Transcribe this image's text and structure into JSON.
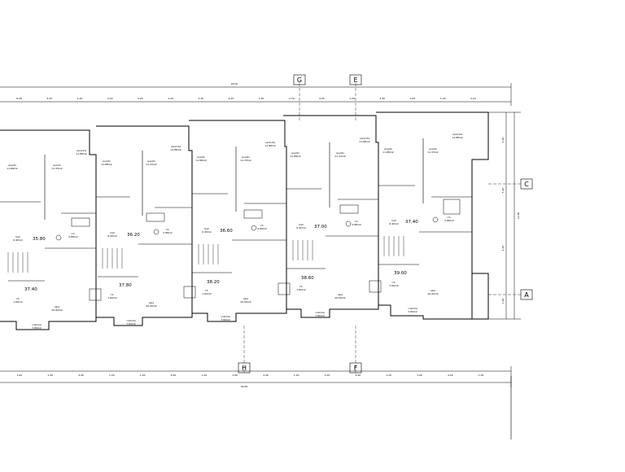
{
  "grid_labels": {
    "top": [
      "G",
      "E"
    ],
    "bottom": [
      "H",
      "F"
    ],
    "right": [
      "C",
      "A"
    ]
  },
  "levels": [
    "35.80",
    "36.20",
    "36.60",
    "37.00",
    "37.40",
    "37.40",
    "37.80",
    "38.20",
    "38.60",
    "39.00"
  ],
  "units": [
    {
      "rooms": [
        {
          "name": "varanda",
          "area": "11.88m2"
        },
        {
          "name": "quarto",
          "area": "11.88m2"
        },
        {
          "name": "quarto",
          "area": "11.33m2"
        },
        {
          "name": "hall",
          "area": "6.40m2"
        },
        {
          "name": "I.S.",
          "area": "2.88m2"
        },
        {
          "name": "sala",
          "area": "20.90m2"
        },
        {
          "name": "I.S.",
          "area": "1.60m2"
        },
        {
          "name": "cozinha",
          "area": "7.80m2"
        }
      ]
    },
    {
      "rooms": [
        {
          "name": "varanda",
          "area": "11.88m2"
        },
        {
          "name": "quarto",
          "area": "11.88m2"
        },
        {
          "name": "quarto",
          "area": "11.33m2"
        },
        {
          "name": "hall",
          "area": "6.40m2"
        },
        {
          "name": "I.S.",
          "area": "2.88m2"
        },
        {
          "name": "sala",
          "area": "20.90m2"
        },
        {
          "name": "I.S.",
          "area": "1.60m2"
        },
        {
          "name": "cozinha",
          "area": "7.80m2"
        }
      ]
    },
    {
      "rooms": [
        {
          "name": "varanda",
          "area": "11.88m2"
        },
        {
          "name": "quarto",
          "area": "11.88m2"
        },
        {
          "name": "quarto",
          "area": "11.33m2"
        },
        {
          "name": "hall",
          "area": "6.40m2"
        },
        {
          "name": "I.S.",
          "area": "2.88m2"
        },
        {
          "name": "sala",
          "area": "20.90m2"
        },
        {
          "name": "I.S.",
          "area": "1.60m2"
        },
        {
          "name": "cozinha",
          "area": "7.80m2"
        }
      ]
    },
    {
      "rooms": [
        {
          "name": "varanda",
          "area": "11.88m2"
        },
        {
          "name": "quarto",
          "area": "11.88m2"
        },
        {
          "name": "quarto",
          "area": "11.33m2"
        },
        {
          "name": "hall",
          "area": "6.40m2"
        },
        {
          "name": "I.S.",
          "area": "2.88m2"
        },
        {
          "name": "sala",
          "area": "20.90m2"
        },
        {
          "name": "I.S.",
          "area": "1.60m2"
        },
        {
          "name": "cozinha",
          "area": "7.80m2"
        }
      ]
    },
    {
      "rooms": [
        {
          "name": "varanda",
          "area": "11.88m2"
        },
        {
          "name": "quarto",
          "area": "11.88m2"
        },
        {
          "name": "quarto",
          "area": "11.33m2"
        },
        {
          "name": "hall",
          "area": "6.40m2"
        },
        {
          "name": "I.S.",
          "area": "2.88m2"
        },
        {
          "name": "sala",
          "area": "20.90m2"
        },
        {
          "name": "I.S.",
          "area": "1.60m2"
        },
        {
          "name": "cozinha",
          "area": "7.80m2"
        }
      ]
    }
  ],
  "dimensions": {
    "top_overall": "29.00",
    "top_segments": [
      "6.25",
      "4.25",
      "1.20",
      "2.30",
      "4.25",
      "1.20",
      "2.30",
      "4.25",
      "1.20",
      "2.30",
      "4.25",
      "1.20",
      "2.30",
      "4.25",
      "1.20",
      "2.10"
    ],
    "bottom_overall": "29.00",
    "bottom_segments": [
      "1.00",
      "1.20",
      "4.40",
      "1.20",
      "1.00",
      "4.40",
      "1.20",
      "1.00",
      "4.40",
      "1.20",
      "1.00",
      "4.40",
      "1.20",
      "1.00",
      "4.40",
      "1.20"
    ],
    "right_overall": "12.80",
    "right_segments": [
      "4.40",
      "5.20",
      "4.20",
      "1.40"
    ]
  }
}
